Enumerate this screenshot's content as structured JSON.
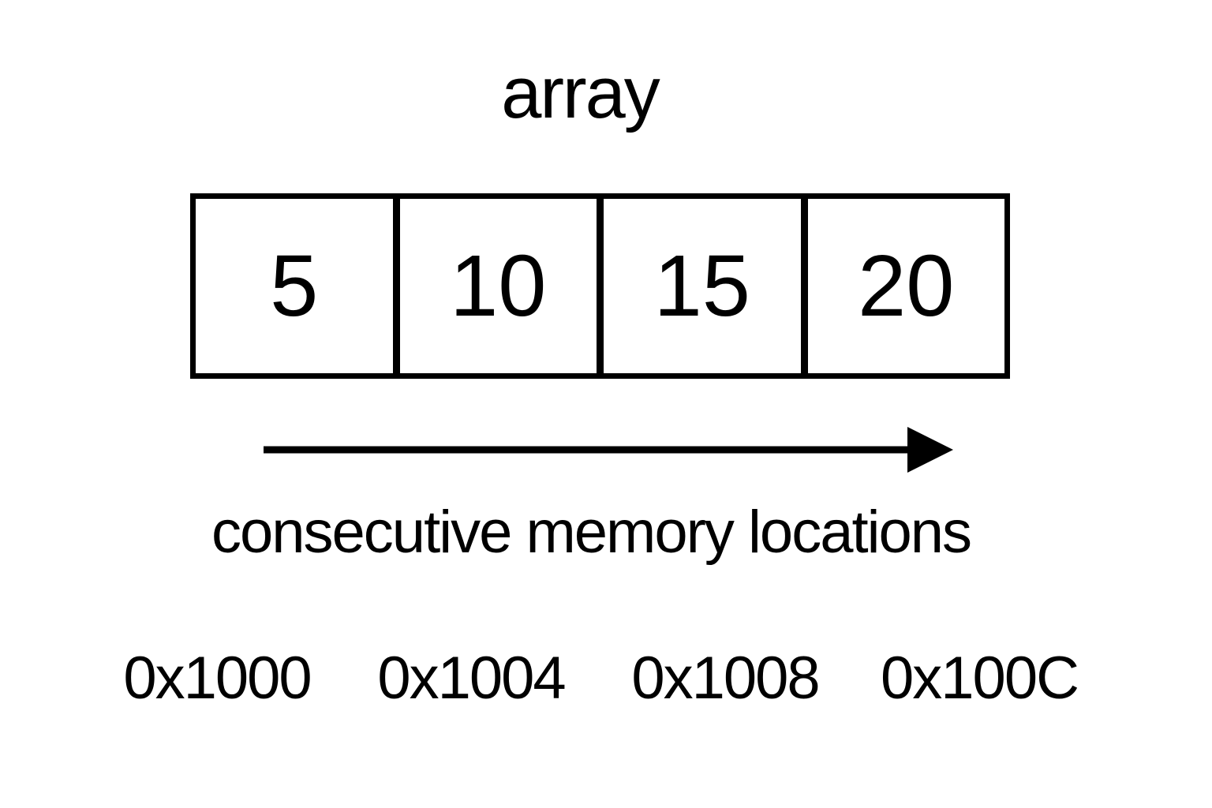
{
  "title": "array",
  "array": {
    "cells": [
      "5",
      "10",
      "15",
      "20"
    ]
  },
  "arrow": {
    "caption": "consecutive memory locations"
  },
  "addresses": [
    "0x1000",
    "0x1004",
    "0x1008",
    "0x100C"
  ],
  "colors": {
    "ink": "#000000",
    "background": "#ffffff"
  }
}
